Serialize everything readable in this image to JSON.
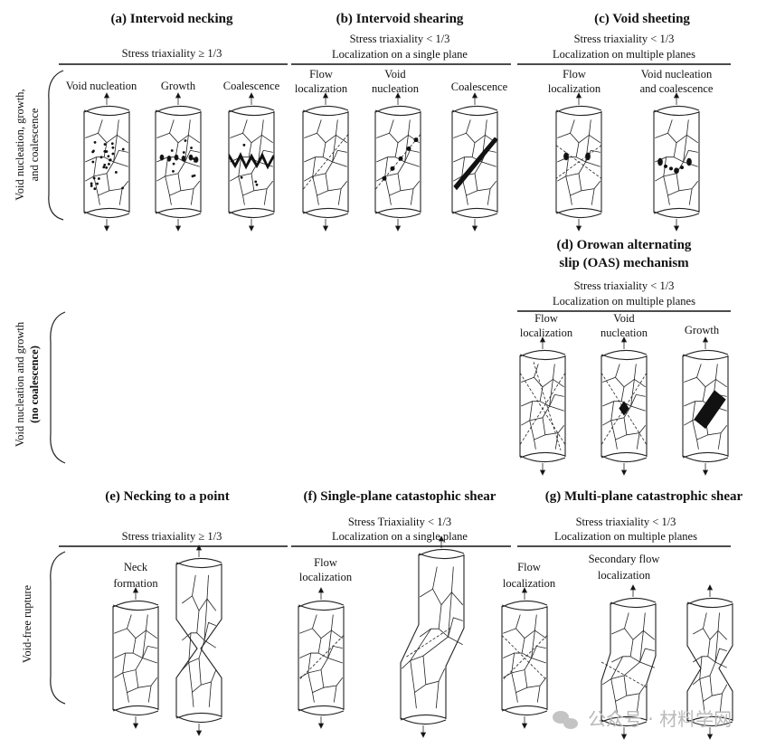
{
  "panels": {
    "a": {
      "title": "(a) Intervoid necking",
      "lines": [
        "Stress triaxiality ≥ 1/3"
      ],
      "labels": [
        [
          "Void nucleation"
        ],
        [
          "Growth"
        ],
        [
          "Coalescence"
        ]
      ]
    },
    "b": {
      "title": "(b) Intervoid shearing",
      "lines": [
        "Stress triaxiality < 1/3",
        "Localization on a single plane"
      ],
      "labels": [
        [
          "Flow",
          "localization"
        ],
        [
          "Void",
          "nucleation"
        ],
        [
          "Coalescence"
        ]
      ]
    },
    "c": {
      "title": "(c) Void sheeting",
      "lines": [
        "Stress triaxiality < 1/3",
        "Localization on multiple planes"
      ],
      "labels": [
        [
          "Flow",
          "localization"
        ],
        [
          "Void nucleation",
          "and coalescence"
        ]
      ]
    },
    "d": {
      "title": [
        "(d) Orowan alternating",
        "slip (OAS) mechanism"
      ],
      "lines": [
        "Stress triaxiality < 1/3",
        "Localization on multiple planes"
      ],
      "labels": [
        [
          "Flow",
          "localization"
        ],
        [
          "Void",
          "nucleation"
        ],
        [
          "Growth"
        ]
      ]
    },
    "e": {
      "title": "(e) Necking to a point",
      "lines": [
        "Stress triaxiality ≥ 1/3"
      ],
      "labels": [
        [
          "Neck",
          "formation"
        ]
      ]
    },
    "f": {
      "title": "(f) Single-plane catastophic shear",
      "lines": [
        "Stress Triaxiality < 1/3",
        "Localization on a single plane"
      ],
      "labels": [
        [
          "Flow",
          "localization"
        ]
      ]
    },
    "g": {
      "title": "(g) Multi-plane catastrophic shear",
      "lines": [
        "Stress triaxiality < 1/3",
        "Localization on multiple planes"
      ],
      "labels": [
        [
          "Flow",
          "localization"
        ],
        [
          "Secondary flow",
          "localization"
        ]
      ]
    }
  },
  "rows": [
    {
      "label": [
        "Void nucleation, growth,",
        "and coalescence"
      ]
    },
    {
      "label": [
        "Void nucleation and growth",
        "(no coalescence)"
      ]
    },
    {
      "label": [
        "Void-free rupture"
      ]
    }
  ],
  "watermark": "公众号 · 材料学网"
}
